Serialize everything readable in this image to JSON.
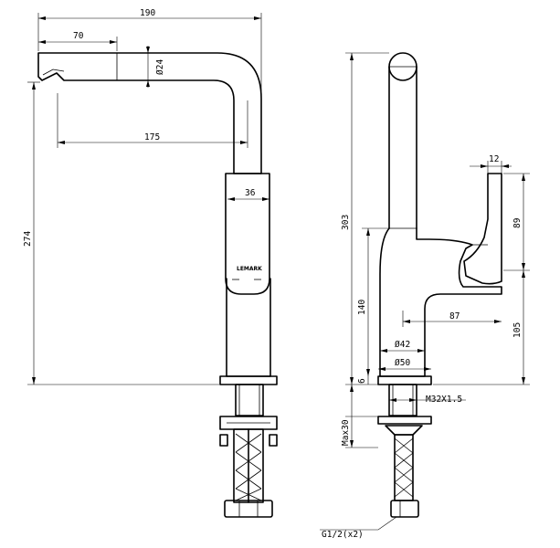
{
  "drawing": {
    "brand_mark": "LEMARK",
    "front_view": {
      "dim_total_reach": "190",
      "dim_spout_tip": "70",
      "dim_spout_diameter": "Ø24",
      "dim_spout_reach": "175",
      "dim_body_width": "36",
      "dim_total_height": "274"
    },
    "side_view": {
      "dim_total_height": "303",
      "dim_spout_height": "140",
      "dim_lever_width": "12",
      "dim_lever_height": "89",
      "dim_lever_reach": "87",
      "dim_lever_base": "105",
      "dim_body_diameter": "Ø42",
      "dim_base_diameter": "Ø50",
      "dim_base_ring": "6",
      "dim_thread": "M32X1.5",
      "dim_max_counter": "Max30",
      "dim_hose_thread": "G1/2(x2)"
    }
  }
}
